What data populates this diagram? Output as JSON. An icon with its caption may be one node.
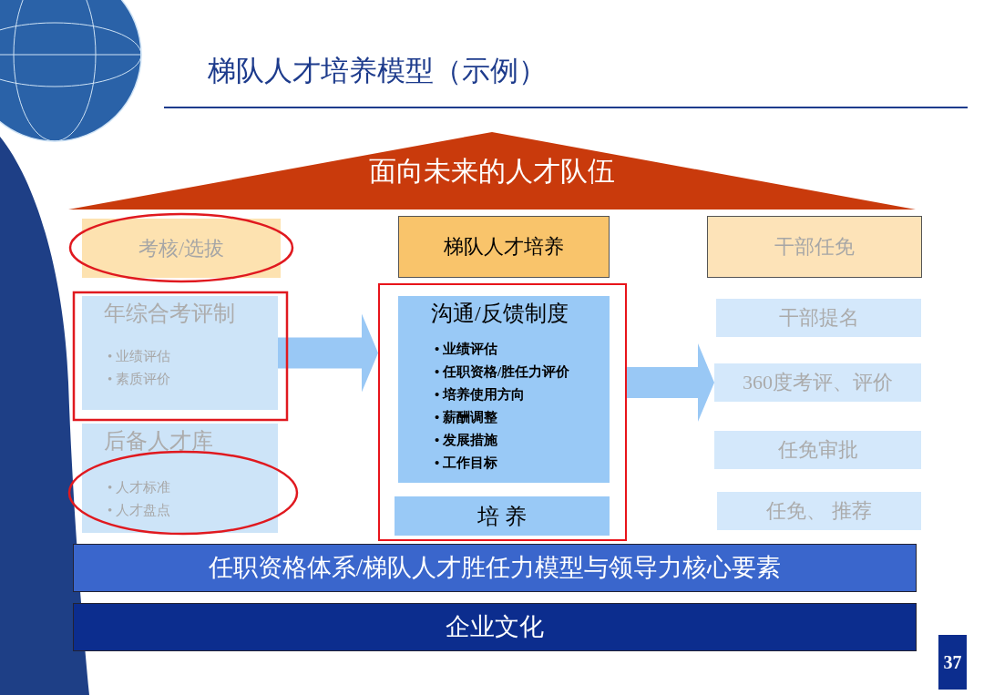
{
  "diagram": {
    "title": "梯队人才培养模型（示例）",
    "nodes": [
      {
        "text": [
          "面向未来的人才队伍"
        ]
      },
      {
        "text": [
          "考核/选拔"
        ]
      },
      {
        "text": [
          "年综合考评制",
          "• 业绩评估",
          "• 素质评价"
        ]
      },
      {
        "text": [
          "后备人才库",
          "• 人才标准",
          "• 人才盘点"
        ]
      },
      {
        "text": [
          "梯队人才培养"
        ]
      },
      {
        "text": [],
        "shape": "box"
      },
      {
        "text": [
          "沟通/反馈制度",
          "• 业绩评估",
          "• 任职资格/胜任力评价",
          "• 培养使用方向",
          "• 薪酬调整",
          "• 发展措施",
          "• 工作目标"
        ],
        "in": 5
      },
      {
        "text": [
          "培 养"
        ],
        "in": 5
      },
      {
        "text": [
          "干部任免"
        ]
      },
      {
        "text": [
          "干部提名"
        ]
      },
      {
        "text": [
          "360度考评、评价"
        ]
      },
      {
        "text": [
          "任免审批"
        ]
      },
      {
        "text": [
          "任免、 推荐"
        ]
      },
      {
        "text": [
          "任职资格体系/梯队人才胜任力模型与领导力核心要素"
        ]
      },
      {
        "text": [
          "企业文化"
        ]
      }
    ],
    "edges": [
      {
        "from": 2,
        "to": 5,
        "arrow": "to",
        "style": "thick"
      },
      {
        "from": 5,
        "to": 10,
        "arrow": "to",
        "style": "thick"
      }
    ],
    "labels": [
      "37"
    ]
  }
}
